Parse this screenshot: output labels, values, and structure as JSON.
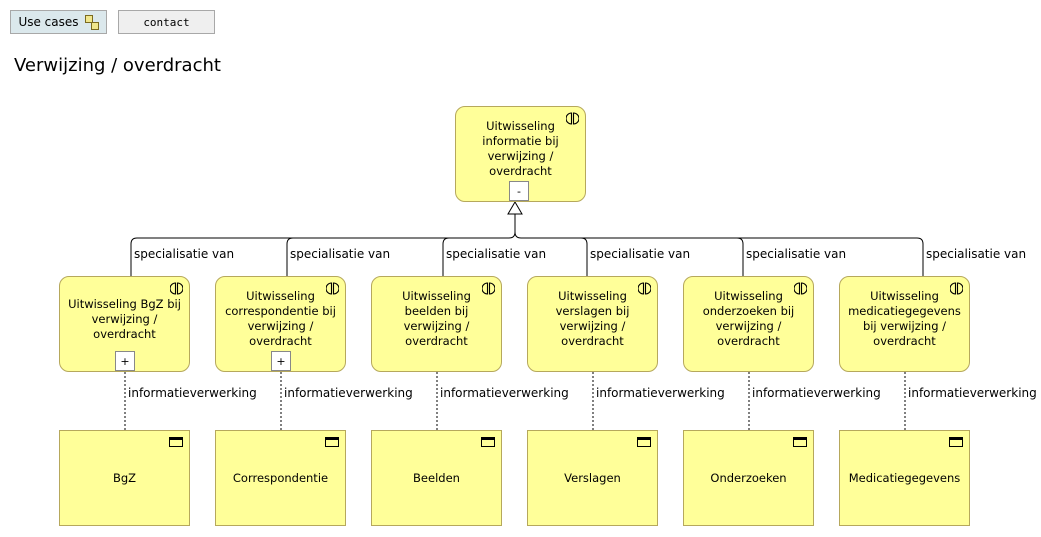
{
  "toolbar": {
    "use_cases_label": "Use cases",
    "contact_label": "contact"
  },
  "page_title": "Verwijzing / overdracht",
  "diagram": {
    "root": {
      "label": "Uitwisseling informatie bij verwijzing / overdracht",
      "expander": "-"
    },
    "children": [
      {
        "label": "Uitwisseling BgZ bij verwijzing / overdracht",
        "expander": "+",
        "relation": "specialisatie van",
        "object": "BgZ",
        "flow": "informatieverwerking"
      },
      {
        "label": "Uitwisseling correspondentie bij verwijzing / overdracht",
        "expander": "+",
        "relation": "specialisatie van",
        "object": "Correspondentie",
        "flow": "informatieverwerking"
      },
      {
        "label": "Uitwisseling beelden bij verwijzing / overdracht",
        "expander": "",
        "relation": "specialisatie van",
        "object": "Beelden",
        "flow": "informatieverwerking"
      },
      {
        "label": "Uitwisseling verslagen bij verwijzing / overdracht",
        "expander": "",
        "relation": "specialisatie van",
        "object": "Verslagen",
        "flow": "informatieverwerking"
      },
      {
        "label": "Uitwisseling onderzoeken bij verwijzing / overdracht",
        "expander": "",
        "relation": "specialisatie van",
        "object": "Onderzoeken",
        "flow": "informatieverwerking"
      },
      {
        "label": "Uitwisseling medicatiegegevens bij verwijzing / overdracht",
        "expander": "",
        "relation": "specialisatie van",
        "object": "Medicatiegegevens",
        "flow": "informatieverwerking"
      }
    ],
    "colors": {
      "node_fill": "#ffff99",
      "node_border": "#b6a85c",
      "line": "#000000"
    },
    "icons": {
      "interaction": "interaction-icon",
      "business_object": "business-object-icon"
    }
  }
}
